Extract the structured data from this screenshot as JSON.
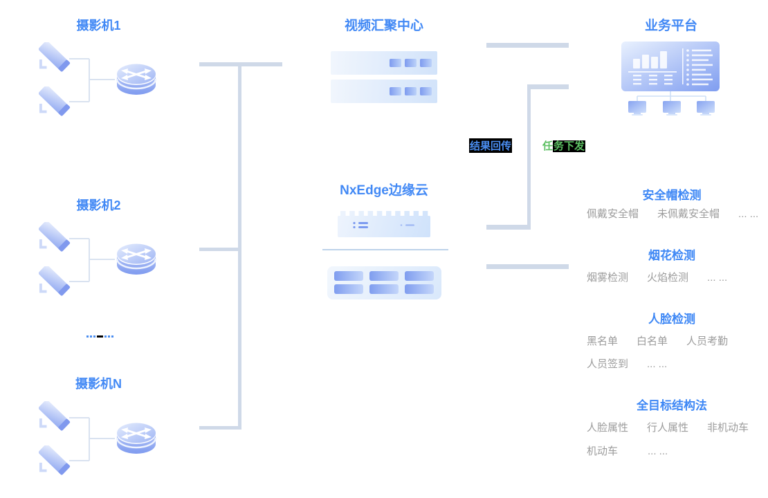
{
  "left_column": {
    "groups": [
      {
        "label": "摄影机1"
      },
      {
        "label": "摄影机2"
      },
      {
        "label": "摄影机N"
      }
    ],
    "more_indicator": "ellipsis-dots",
    "icons": [
      "camera-icon",
      "switch-icon"
    ]
  },
  "middle_column": {
    "video_center_title": "视频汇聚中心",
    "edge_cloud_title": "NxEdge边缘云",
    "icons": [
      "server-icon",
      "edge-device-icon",
      "gpu-module-icon"
    ]
  },
  "right_column": {
    "platform_title": "业务平台",
    "flow_labels": {
      "result_return": "结果回传",
      "task_dispatch_head": "任",
      "task_dispatch_tail": "务下发"
    },
    "sections": [
      {
        "title": "安全帽检测",
        "rows": [
          [
            "佩戴安全帽",
            "未佩戴安全帽",
            "... ..."
          ]
        ]
      },
      {
        "title": "烟花检测",
        "rows": [
          [
            "烟雾检测",
            "火焰检测",
            "... ..."
          ]
        ]
      },
      {
        "title": "人脸检测",
        "rows": [
          [
            "黑名单",
            "白名单",
            "人员考勤"
          ],
          [
            "人员签到",
            "... ..."
          ]
        ]
      },
      {
        "title": "全目标结构法",
        "rows": [
          [
            "人脸属性",
            "行人属性",
            "非机动车"
          ],
          [
            "机动车",
            "... ..."
          ]
        ]
      }
    ],
    "icons": [
      "dashboard-icon",
      "monitor-icon"
    ]
  },
  "colors": {
    "accent_blue": "#4289f5",
    "item_gray": "#9c9c9c",
    "flow_green": "#5dc063",
    "flow_blue": "#4a8df0",
    "highlight_bg": "#000000",
    "connector": "#cfd9e8",
    "icon_blue_dark": "#7f9def",
    "icon_blue_light": "#e9f1fe"
  }
}
